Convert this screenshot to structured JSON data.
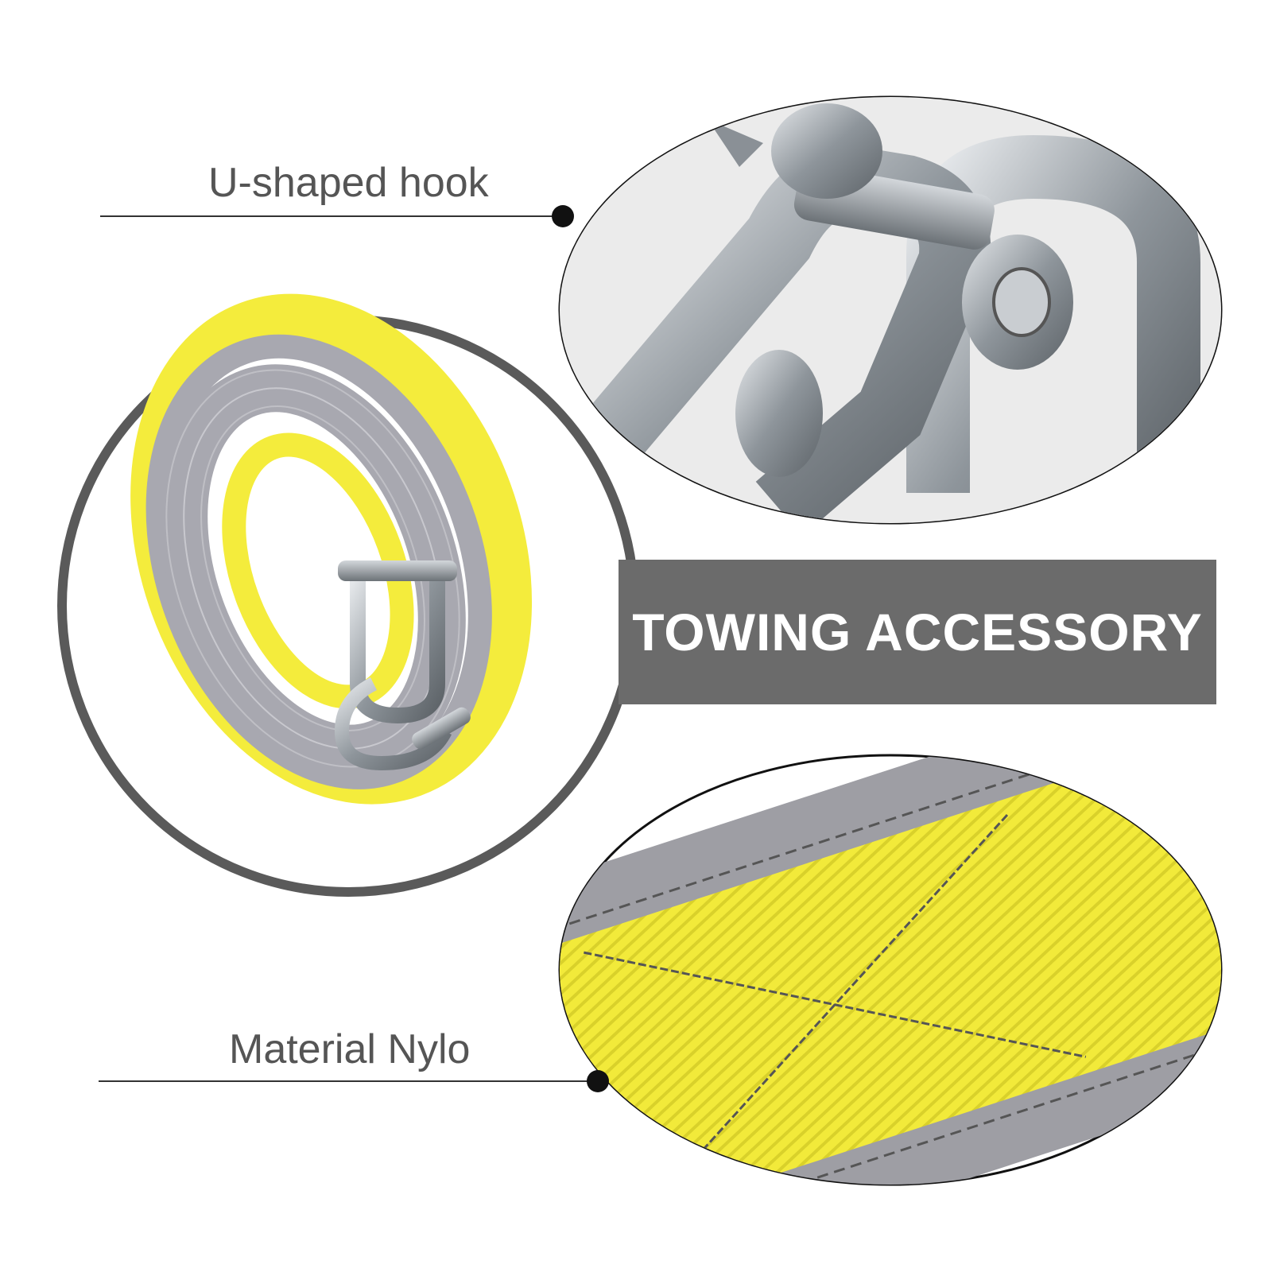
{
  "callouts": {
    "hook_label": "U-shaped hook",
    "material_label": "Material Nylo"
  },
  "banner": {
    "text": "TOWING ACCESSORY"
  },
  "colors": {
    "banner_bg": "#6b6b6b",
    "strap_yellow": "#f4ec3c",
    "strap_gray": "#a8a8b0",
    "circle_border": "#5a5a5a",
    "steel": "#9aa0a6"
  },
  "images": {
    "main": "coiled-tow-strap-with-shackle",
    "top_detail": "u-shaped-shackle-closeup",
    "bottom_detail": "nylon-webbing-stitching-closeup"
  }
}
